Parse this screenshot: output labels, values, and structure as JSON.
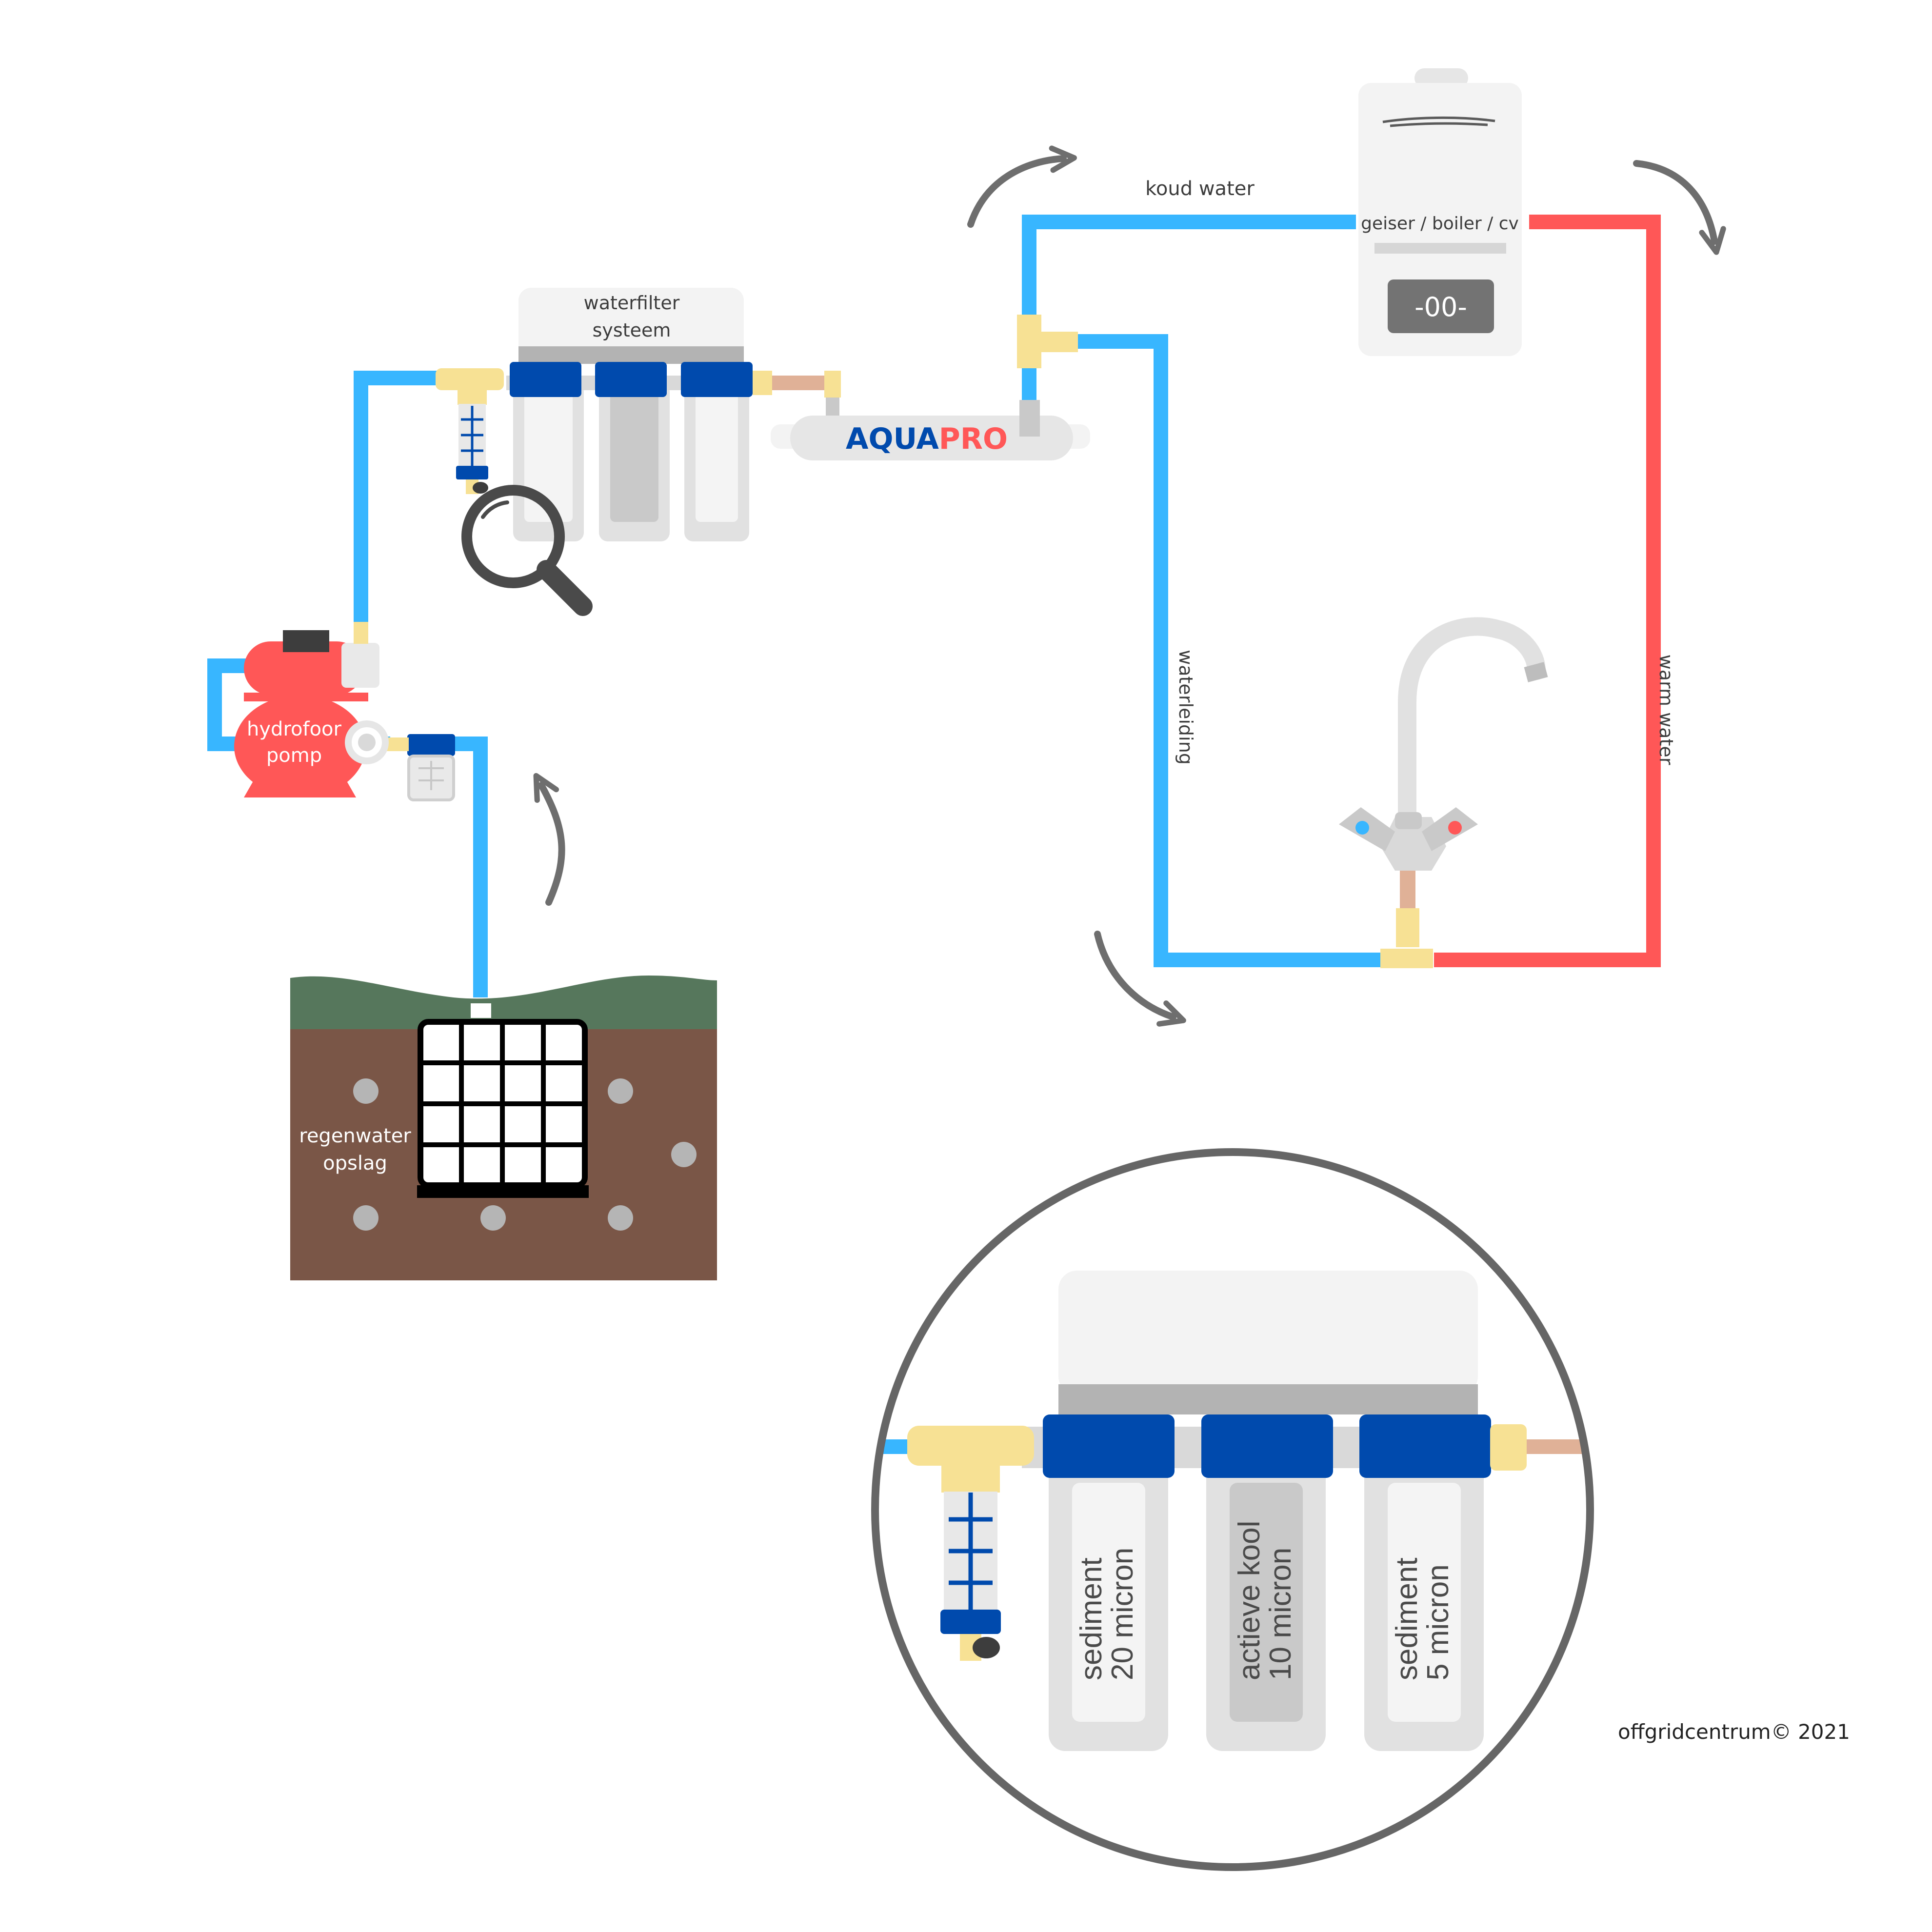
{
  "labels": {
    "filter_system_line1": "waterfilter",
    "filter_system_line2": "systeem",
    "cold_water": "koud water",
    "boiler": "geiser / boiler / cv",
    "boiler_display": "-00-",
    "water_line": "waterleiding",
    "warm_water": "warm water",
    "pump_line1": "hydrofoor",
    "pump_line2": "pomp",
    "storage_line1": "regenwater",
    "storage_line2": "opslag",
    "uv_brand_part1": "AQUA",
    "uv_brand_part2": "PRO",
    "copyright": "offgridcentrum© 2021"
  },
  "filter_detail": {
    "cartridges": [
      {
        "line1": "sediment",
        "line2": "20 micron"
      },
      {
        "line1": "actieve kool",
        "line2": "10 micron"
      },
      {
        "line1": "sediment",
        "line2": "5 micron"
      }
    ]
  },
  "colors": {
    "cold_pipe": "#38b6ff",
    "hot_pipe": "#ff5757",
    "pump": "#ff5757",
    "filter_cap": "#004aad",
    "fitting": "#f7e194",
    "soil": "#7a5647",
    "grass": "#56775c",
    "arrow": "#6e6e6e"
  }
}
